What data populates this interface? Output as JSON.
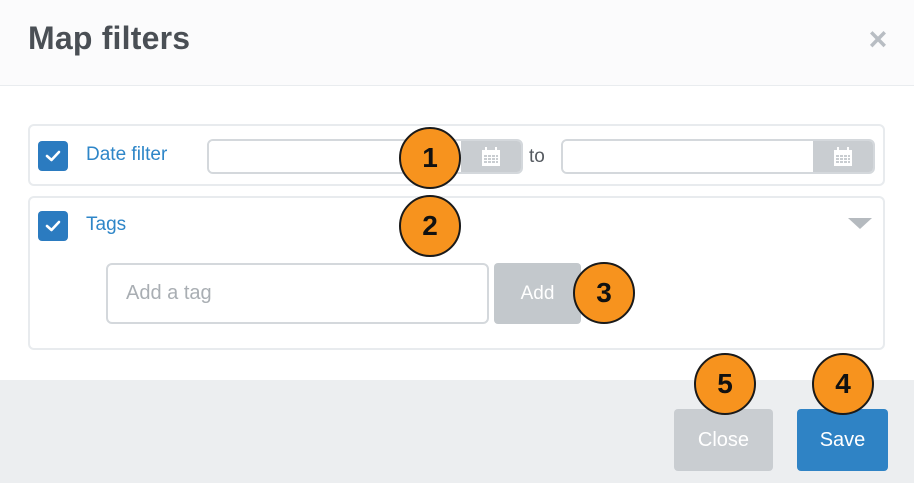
{
  "dialog": {
    "title": "Map filters",
    "close_icon": "close-icon"
  },
  "filters": {
    "date": {
      "label": "Date filter",
      "checked": true,
      "from_value": "",
      "to_label": "to",
      "to_value": "",
      "calendar_icon": "calendar-icon"
    },
    "tags": {
      "label": "Tags",
      "checked": true,
      "expand_icon": "chevron-down-icon",
      "input_placeholder": "Add a tag",
      "input_value": "",
      "add_label": "Add"
    }
  },
  "footer": {
    "close_label": "Close",
    "save_label": "Save"
  },
  "callouts": [
    "1",
    "2",
    "3",
    "4",
    "5"
  ],
  "colors": {
    "accent": "#2b7bc0",
    "callout": "#f7931e",
    "muted_button": "#c9cdd1"
  }
}
